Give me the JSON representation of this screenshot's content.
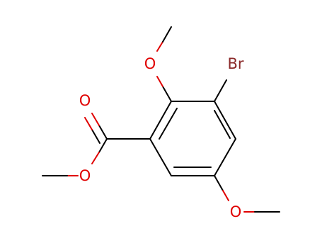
{
  "molecule": {
    "atoms": {
      "br": {
        "label": "Br",
        "color": "#8b2a2a"
      },
      "o_top": {
        "label": "O",
        "color": "#e00000"
      },
      "o_carbonyl": {
        "label": "O",
        "color": "#e00000"
      },
      "o_ester": {
        "label": "O",
        "color": "#e00000"
      },
      "o_bottom": {
        "label": "O",
        "color": "#e00000"
      }
    },
    "bond_color": "#000000"
  }
}
